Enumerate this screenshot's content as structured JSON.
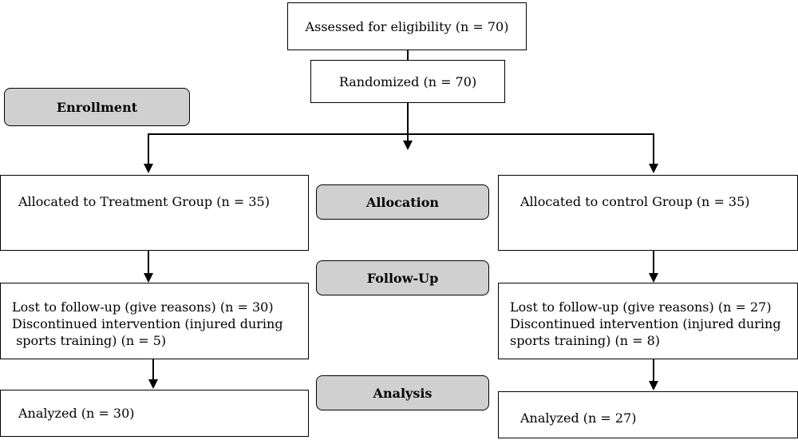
{
  "top": {
    "assessed": "Assessed for eligibility (n = 70)",
    "randomized": "Randomized (n = 70)"
  },
  "phases": {
    "enrollment": "Enrollment",
    "allocation": "Allocation",
    "follow_up": "Follow-Up",
    "analysis": "Analysis"
  },
  "treatment": {
    "allocated": "Allocated to Treatment Group (n = 35)",
    "followup_lines": [
      "Lost to follow-up (give reasons) (n = 30)",
      "Discontinued intervention (injured during",
      " sports training) (n = 5)"
    ],
    "analyzed": "Analyzed (n = 30)"
  },
  "control": {
    "allocated": "Allocated to control Group (n = 35)",
    "followup_lines": [
      "Lost to follow-up (give reasons) (n = 27)",
      "Discontinued intervention (injured during",
      "sports training) (n = 8)"
    ],
    "analyzed": "Analyzed (n = 27)"
  }
}
